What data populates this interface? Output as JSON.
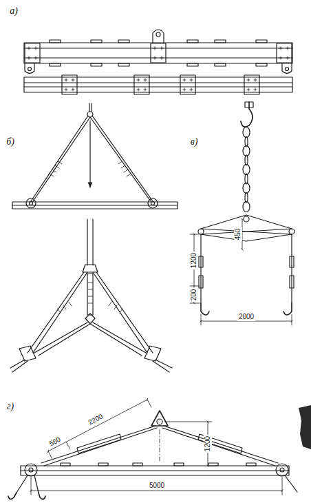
{
  "diagram": {
    "labels": [
      "а)",
      "б)",
      "в)",
      "1200",
      "450",
      "200",
      "2000",
      "г)",
      "2200",
      "560",
      "1200",
      "5000"
    ]
  }
}
